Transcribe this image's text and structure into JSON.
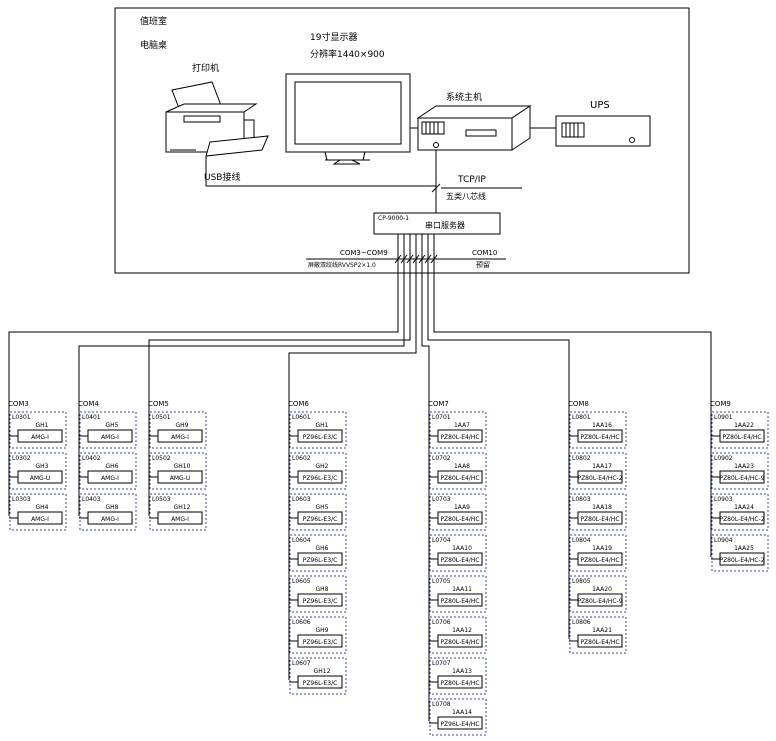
{
  "room": {
    "title": "值班室",
    "subtitle": "电脑桌"
  },
  "devices": {
    "printer_label": "打印机",
    "monitor_label": "19寸显示器",
    "monitor_resolution": "分辨率1440×900",
    "host_label": "系统主机",
    "ups_label": "UPS",
    "usb_label": "USB接线",
    "tcp_label": "TCP/IP",
    "network_label": "五类八芯线",
    "converter_model": "CP-9000-1",
    "converter_label": "串口服务器",
    "com_range_label": "COM3~COM9",
    "com10_label": "COM10",
    "cable_label": "屏蔽双绞线RVVSP2×1.0",
    "reserve_label": "预留"
  },
  "groups": [
    {
      "com": "COM3",
      "meters": [
        {
          "loop": "L0301",
          "tag": "GH1",
          "model": "AMG-I"
        },
        {
          "loop": "L0302",
          "tag": "GH3",
          "model": "AMG-U"
        },
        {
          "loop": "L0303",
          "tag": "GH4",
          "model": "AMG-I"
        }
      ]
    },
    {
      "com": "COM4",
      "meters": [
        {
          "loop": "L0401",
          "tag": "GH5",
          "model": "AMG-I"
        },
        {
          "loop": "L0402",
          "tag": "GH6",
          "model": "AMG-I"
        },
        {
          "loop": "L0403",
          "tag": "GH8",
          "model": "AMG-I"
        }
      ]
    },
    {
      "com": "COM5",
      "meters": [
        {
          "loop": "L0501",
          "tag": "GH9",
          "model": "AMG-I"
        },
        {
          "loop": "L0502",
          "tag": "GH10",
          "model": "AMG-U"
        },
        {
          "loop": "L0503",
          "tag": "GH12",
          "model": "AMG-I"
        }
      ]
    },
    {
      "com": "COM6",
      "meters": [
        {
          "loop": "L0601",
          "tag": "GH1",
          "model": "PZ96L-E3/C"
        },
        {
          "loop": "L0602",
          "tag": "GH2",
          "model": "PZ96L-E3/C"
        },
        {
          "loop": "L0603",
          "tag": "GH5",
          "model": "PZ96L-E3/C"
        },
        {
          "loop": "L0604",
          "tag": "GH6",
          "model": "PZ96L-E3/C"
        },
        {
          "loop": "L0605",
          "tag": "GH8",
          "model": "PZ96L-E3/C"
        },
        {
          "loop": "L0606",
          "tag": "GH9",
          "model": "PZ96L-E3/C"
        },
        {
          "loop": "L0607",
          "tag": "GH12",
          "model": "PZ96L-E3/C"
        }
      ]
    },
    {
      "com": "COM7",
      "meters": [
        {
          "loop": "L0701",
          "tag": "1AA7",
          "model": "PZ80L-E4/HC"
        },
        {
          "loop": "L0702",
          "tag": "1AA8",
          "model": "PZ80L-E4/HC"
        },
        {
          "loop": "L0703",
          "tag": "1AA9",
          "model": "PZ80L-E4/HC"
        },
        {
          "loop": "L0704",
          "tag": "1AA10",
          "model": "PZ80L-E4/HC"
        },
        {
          "loop": "L0705",
          "tag": "1AA11",
          "model": "PZ80L-E4/HC"
        },
        {
          "loop": "L0706",
          "tag": "1AA12",
          "model": "PZ80L-E4/HC"
        },
        {
          "loop": "L0707",
          "tag": "1AA13",
          "model": "PZ80L-E4/HC"
        },
        {
          "loop": "L0708",
          "tag": "1AA14",
          "model": "PZ96L-E4/HC"
        }
      ]
    },
    {
      "com": "COM8",
      "meters": [
        {
          "loop": "L0801",
          "tag": "1AA16",
          "model": "PZ80L-E4/HC"
        },
        {
          "loop": "L0802",
          "tag": "1AA17",
          "model": "PZ80L-E4/HC-2"
        },
        {
          "loop": "L0803",
          "tag": "1AA18",
          "model": "PZ80L-E4/HC"
        },
        {
          "loop": "L0804",
          "tag": "1AA19",
          "model": "PZ80L-E4/HC"
        },
        {
          "loop": "L0805",
          "tag": "1AA20",
          "model": "PZ80L-E4/HC-9"
        },
        {
          "loop": "L0806",
          "tag": "1AA21",
          "model": "PZ80L-E4/HC"
        }
      ]
    },
    {
      "com": "COM9",
      "meters": [
        {
          "loop": "L0901",
          "tag": "1AA22",
          "model": "PZ80L-E4/HC"
        },
        {
          "loop": "L0902",
          "tag": "1AA23",
          "model": "PZ80L-E4/HC-9"
        },
        {
          "loop": "L0903",
          "tag": "1AA24",
          "model": "PZ80L-E4/HC-2"
        },
        {
          "loop": "L0904",
          "tag": "1AA25",
          "model": "PZ80L-E4/HC-2"
        }
      ]
    }
  ]
}
